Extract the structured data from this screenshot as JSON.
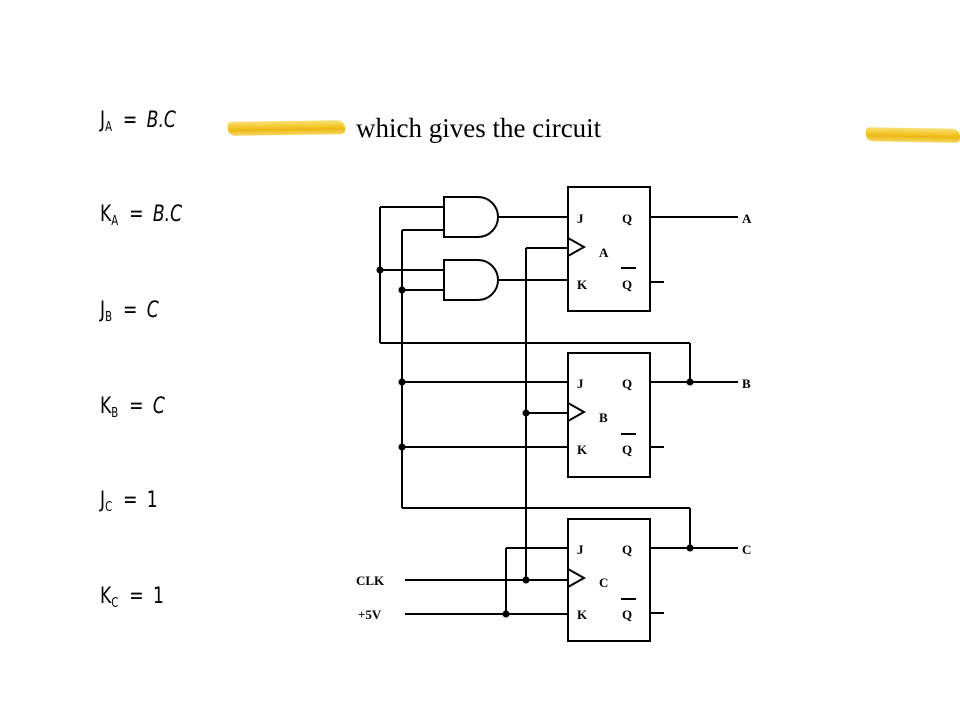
{
  "equations": {
    "ja": {
      "lhs": "J",
      "sub": "A",
      "op": "=",
      "rhs": "B.C"
    },
    "ka": {
      "lhs": "K",
      "sub": "A",
      "op": "=",
      "rhs": "B.C"
    },
    "jb": {
      "lhs": "J",
      "sub": "B",
      "op": "=",
      "rhs": "C"
    },
    "kb": {
      "lhs": "K",
      "sub": "B",
      "op": "=",
      "rhs": "C"
    },
    "jc": {
      "lhs": "J",
      "sub": "C",
      "op": "=",
      "rhs": "1"
    },
    "kc": {
      "lhs": "K",
      "sub": "C",
      "op": "=",
      "rhs": "1"
    }
  },
  "caption": "which gives the circuit",
  "colors": {
    "highlight": "#f3c21a",
    "ink": "#000000"
  },
  "circuit": {
    "flipflops": {
      "a": {
        "name": "A",
        "j": "J",
        "k": "K",
        "q": "Q",
        "qbar": "Q"
      },
      "b": {
        "name": "B",
        "j": "J",
        "k": "K",
        "q": "Q",
        "qbar": "Q"
      },
      "c": {
        "name": "C",
        "j": "J",
        "k": "K",
        "q": "Q",
        "qbar": "Q"
      }
    },
    "outputs": {
      "a": "A",
      "b": "B",
      "c": "C"
    },
    "inputs": {
      "clk": "CLK",
      "vcc": "+5V"
    }
  }
}
